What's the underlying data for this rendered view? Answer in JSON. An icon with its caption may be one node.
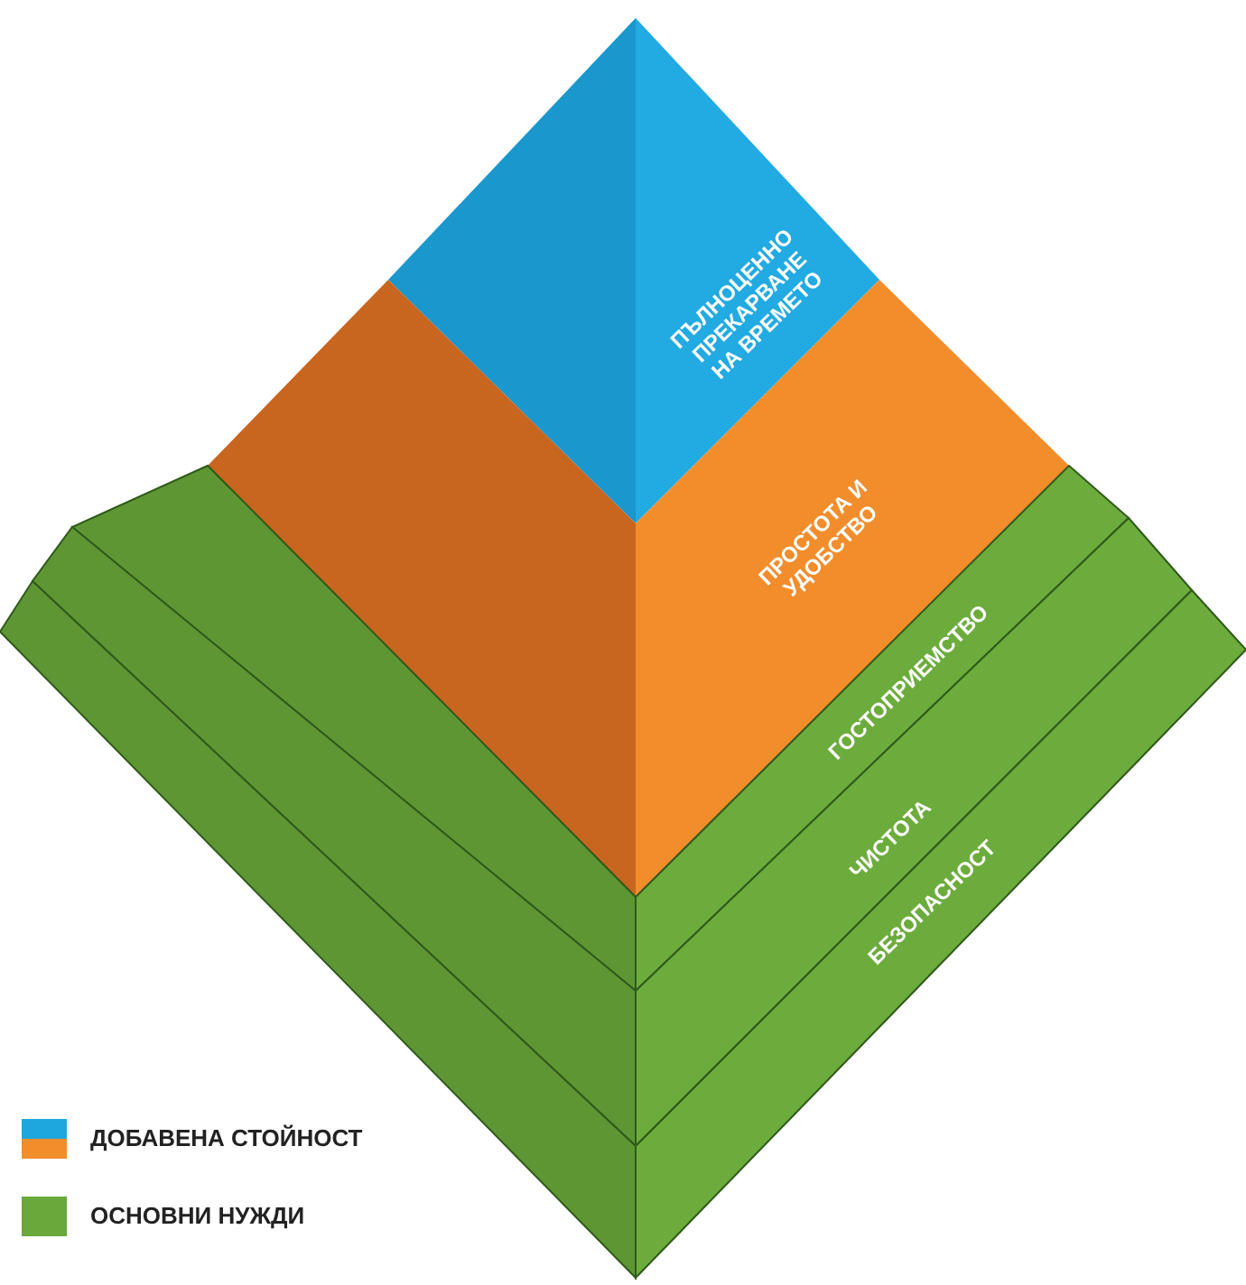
{
  "diagram": {
    "nodes": [
      {
        "text": [
          "ПЪЛНОЦЕННО ПРЕКАРВАНЕ НА ВРЕМЕТО"
        ]
      },
      {
        "text": [
          "ПРОСТОТА И УДОБСТВО"
        ]
      },
      {
        "text": [
          "ГОСТОПРИЕМСТВО"
        ]
      },
      {
        "text": [
          "ЧИСТОТА"
        ]
      },
      {
        "text": [
          "БЕЗОПАСНОСТ"
        ]
      }
    ],
    "legend": [
      {
        "text": "ДОБАВЕНА СТОЙНОСТ",
        "color": "#1ea7de"
      },
      {
        "text": "ОСНОВНИ НУЖДИ",
        "color": "#6aa83c"
      }
    ]
  }
}
